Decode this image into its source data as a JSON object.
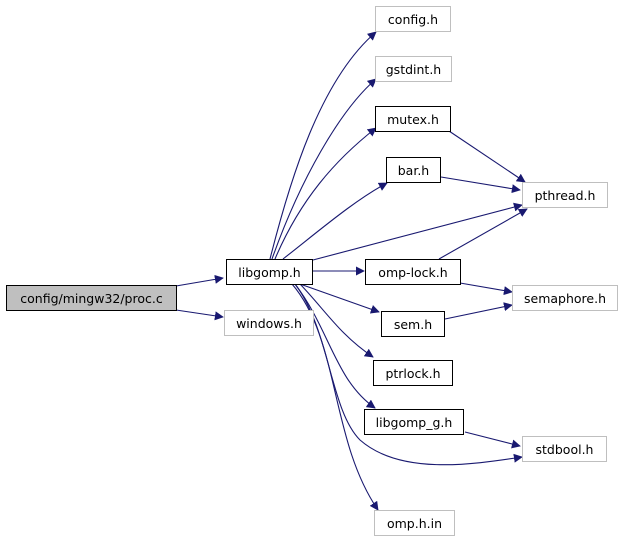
{
  "colors": {
    "edge": "#191970",
    "root_fill": "#bfbfbf",
    "solid_border": "#000000",
    "faint_border": "#bfbfbf"
  },
  "nodes": {
    "proc_c": "config/mingw32/proc.c",
    "libgomp_h": "libgomp.h",
    "windows_h": "windows.h",
    "config_h": "config.h",
    "gstdint_h": "gstdint.h",
    "mutex_h": "mutex.h",
    "bar_h": "bar.h",
    "omp_lock_h": "omp-lock.h",
    "sem_h": "sem.h",
    "ptrlock_h": "ptrlock.h",
    "libgomp_g_h": "libgomp_g.h",
    "omp_h_in": "omp.h.in",
    "pthread_h": "pthread.h",
    "semaphore_h": "semaphore.h",
    "stdbool_h": "stdbool.h"
  }
}
